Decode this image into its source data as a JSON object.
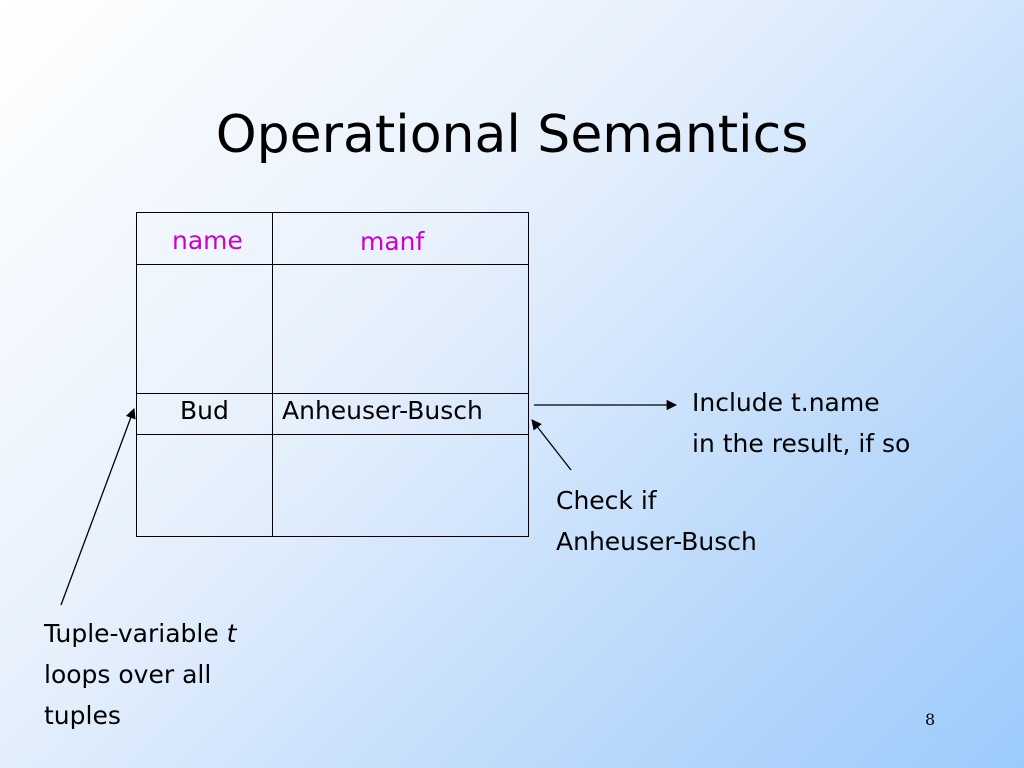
{
  "slide": {
    "title": "Operational Semantics",
    "page_number": "8"
  },
  "table": {
    "headers": [
      "name",
      "manf"
    ],
    "row": [
      "Bud",
      "Anheuser-Busch"
    ]
  },
  "annotations": {
    "include_line1": "Include t.name",
    "include_line2": "in the result, if so",
    "check_line1": "Check if",
    "check_line2": "Anheuser-Busch",
    "tuple_prefix": "Tuple-variable ",
    "tuple_var": "t",
    "tuple_line2": "loops over all",
    "tuple_line3": "tuples"
  },
  "colors": {
    "header_text": "#cc00cc",
    "background_start": "#ffffff",
    "background_end": "#9ccbfb"
  }
}
